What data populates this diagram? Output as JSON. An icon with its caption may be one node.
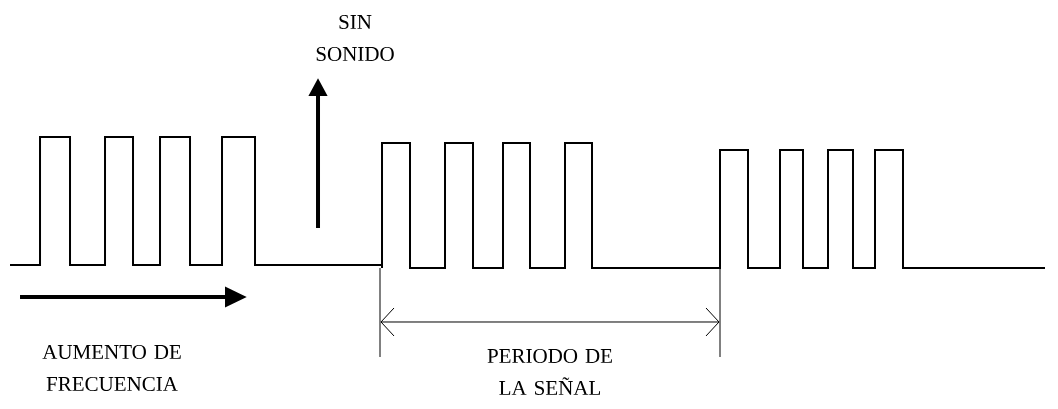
{
  "diagram": {
    "labels": [
      "SIN SONIDO",
      "AUMENTO DE FRECUENCIA",
      "PERIODO DE LA SEÑAL"
    ]
  }
}
